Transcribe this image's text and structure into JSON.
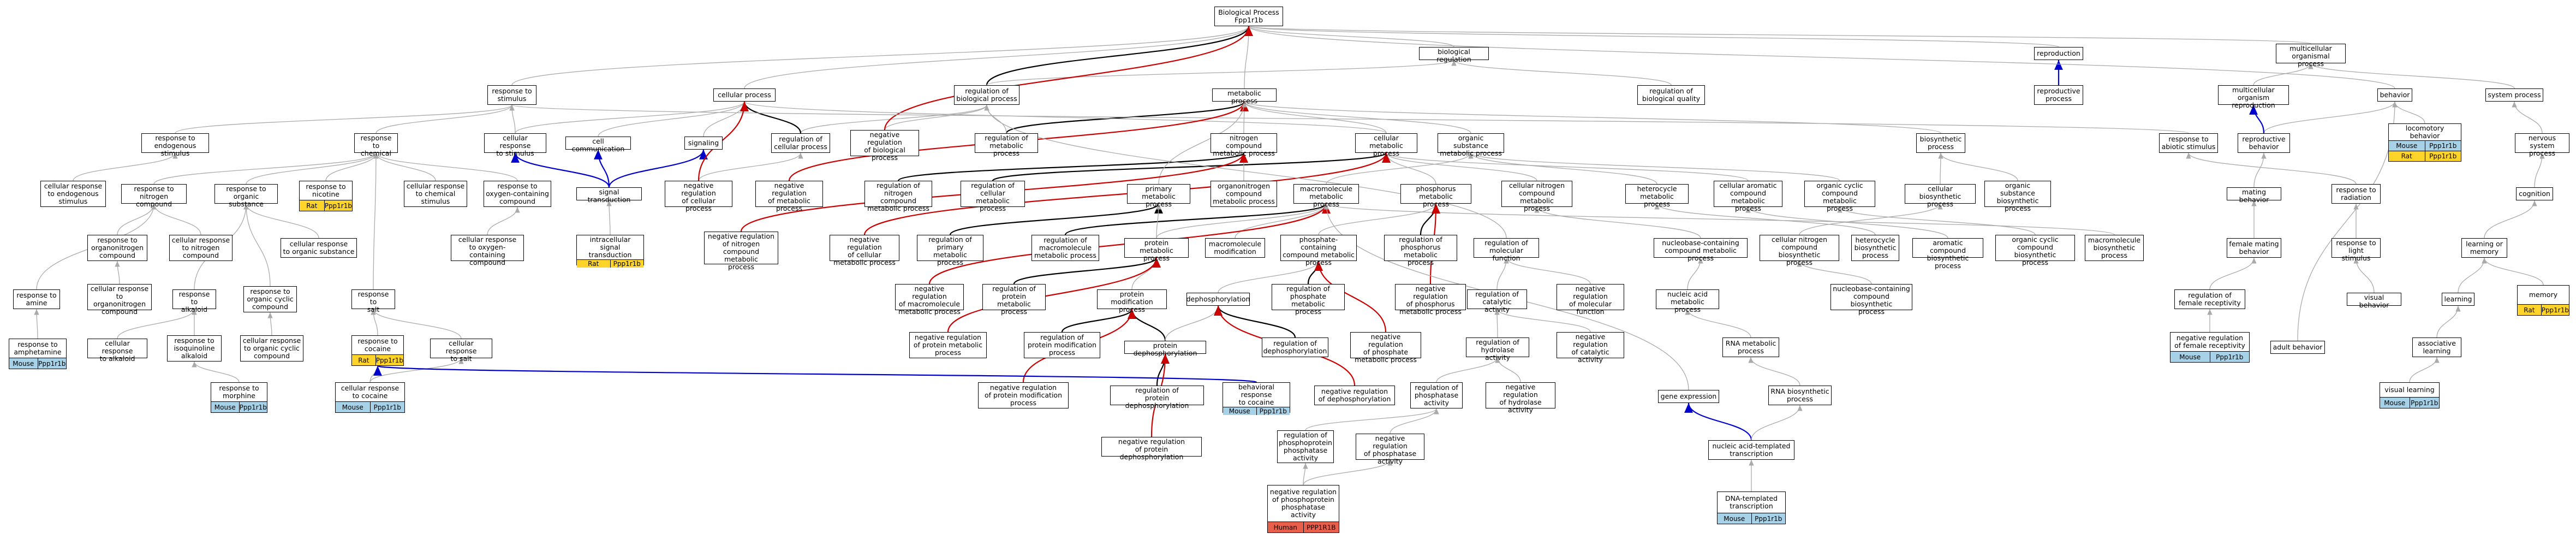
{
  "colors": {
    "edge_is_a": "#aaaaaa",
    "edge_regulates": "#000000",
    "edge_negative": "#cc0000",
    "edge_part_of": "#0000cc",
    "species_mouse": "#a6d1e6",
    "species_rat": "#ffd42a",
    "species_human": "#e8604c"
  },
  "nodes": [
    {
      "id": "bp",
      "label": "Biological Process\nFpp1r1b"
    },
    {
      "id": "biological_regulation",
      "label": "biological regulation"
    },
    {
      "id": "reproduction",
      "label": "reproduction"
    },
    {
      "id": "multicellular_organismal_process",
      "label": "multicellular\norganismal process"
    },
    {
      "id": "response_to_stimulus",
      "label": "response to\nstimulus"
    },
    {
      "id": "cellular_process",
      "label": "cellular process"
    },
    {
      "id": "regulation_of_biological_process",
      "label": "regulation of\nbiological process"
    },
    {
      "id": "metabolic_process",
      "label": "metabolic process"
    },
    {
      "id": "regulation_of_biological_quality",
      "label": "regulation of\nbiological quality"
    },
    {
      "id": "reproductive_process",
      "label": "reproductive\nprocess"
    },
    {
      "id": "multicellular_organism_reproduction",
      "label": "multicellular\norganism reproduction"
    },
    {
      "id": "behavior",
      "label": "behavior"
    },
    {
      "id": "system_process",
      "label": "system process"
    },
    {
      "id": "response_to_endogenous_stimulus",
      "label": "response to\nendogenous stimulus"
    },
    {
      "id": "response_to_chemical",
      "label": "response to\nchemical"
    },
    {
      "id": "cellular_response_to_stimulus",
      "label": "cellular response\nto stimulus"
    },
    {
      "id": "cell_communication",
      "label": "cell communication"
    },
    {
      "id": "signaling",
      "label": "signaling"
    },
    {
      "id": "regulation_of_cellular_process",
      "label": "regulation of\ncellular process"
    },
    {
      "id": "negative_regulation_of_biological_process",
      "label": "negative regulation\nof biological\nprocess"
    },
    {
      "id": "regulation_of_metabolic_process",
      "label": "regulation of\nmetabolic process"
    },
    {
      "id": "nitrogen_compound_metabolic_process",
      "label": "nitrogen compound\nmetabolic process"
    },
    {
      "id": "cellular_metabolic_process",
      "label": "cellular metabolic\nprocess"
    },
    {
      "id": "organic_substance_metabolic_process",
      "label": "organic substance\nmetabolic process"
    },
    {
      "id": "biosynthetic_process",
      "label": "biosynthetic\nprocess"
    },
    {
      "id": "response_to_abiotic_stimulus",
      "label": "response to\nabiotic stimulus"
    },
    {
      "id": "reproductive_behavior",
      "label": "reproductive\nbehavior"
    },
    {
      "id": "locomotory_behavior",
      "label": "locomotory behavior",
      "species": [
        "Mouse",
        "Ppp1r1b"
      ],
      "species2": [
        "Rat",
        "Ppp1r1b"
      ]
    },
    {
      "id": "nervous_system_process",
      "label": "nervous system\nprocess"
    },
    {
      "id": "cellular_response_to_endogenous_stimulus",
      "label": "cellular response\nto endogenous\nstimulus"
    },
    {
      "id": "response_to_nitrogen_compound",
      "label": "response to\nnitrogen compound"
    },
    {
      "id": "response_to_organic_substance",
      "label": "response to\norganic substance"
    },
    {
      "id": "response_to_nicotine",
      "label": "response to\nnicotine",
      "species": [
        "Rat",
        "Ppp1r1b"
      ]
    },
    {
      "id": "cellular_response_to_chemical_stimulus",
      "label": "cellular response\nto chemical\nstimulus"
    },
    {
      "id": "response_to_oxygen_containing_compound",
      "label": "response to\noxygen-containing\ncompound"
    },
    {
      "id": "signal_transduction",
      "label": "signal transduction"
    },
    {
      "id": "negative_regulation_of_cellular_process",
      "label": "negative regulation\nof cellular\nprocess"
    },
    {
      "id": "negative_regulation_of_metabolic_process",
      "label": "negative regulation\nof metabolic\nprocess"
    },
    {
      "id": "regulation_of_nitrogen_compound_metabolic_process",
      "label": "regulation of\nnitrogen compound\nmetabolic process"
    },
    {
      "id": "regulation_of_cellular_metabolic_process",
      "label": "regulation of\ncellular metabolic\nprocess"
    },
    {
      "id": "primary_metabolic_process",
      "label": "primary metabolic\nprocess"
    },
    {
      "id": "organonitrogen_compound_metabolic_process",
      "label": "organonitrogen\ncompound\nmetabolic process"
    },
    {
      "id": "macromolecule_metabolic_process",
      "label": "macromolecule\nmetabolic process"
    },
    {
      "id": "phosphorus_metabolic_process",
      "label": "phosphorus metabolic\nprocess"
    },
    {
      "id": "cellular_nitrogen_compound_metabolic_process",
      "label": "cellular nitrogen\ncompound metabolic\nprocess"
    },
    {
      "id": "heterocycle_metabolic_process",
      "label": "heterocycle\nmetabolic process"
    },
    {
      "id": "cellular_aromatic_compound_metabolic_process",
      "label": "cellular aromatic\ncompound metabolic\nprocess"
    },
    {
      "id": "organic_cyclic_compound_metabolic_process",
      "label": "organic cyclic\ncompound metabolic\nprocess"
    },
    {
      "id": "cellular_biosynthetic_process",
      "label": "cellular biosynthetic\nprocess"
    },
    {
      "id": "organic_substance_biosynthetic_process",
      "label": "organic substance\nbiosynthetic\nprocess"
    },
    {
      "id": "response_to_radiation",
      "label": "response to\nradiation"
    },
    {
      "id": "mating_behavior",
      "label": "mating behavior"
    },
    {
      "id": "cognition",
      "label": "cognition"
    },
    {
      "id": "response_to_amine",
      "label": "response to\namine"
    },
    {
      "id": "response_to_organonitrogen_compound",
      "label": "response to\norganonitrogen\ncompound"
    },
    {
      "id": "cellular_response_to_nitrogen_compound",
      "label": "cellular response\nto nitrogen\ncompound"
    },
    {
      "id": "cellular_response_to_organic_substance",
      "label": "cellular response\nto organic substance"
    },
    {
      "id": "cellular_response_to_oxygen_containing_compound",
      "label": "cellular response\nto oxygen-containing\ncompound"
    },
    {
      "id": "intracellular_signal_transduction",
      "label": "intracellular\nsignal transduction",
      "species": [
        "Rat",
        "Ppp1r1b"
      ]
    },
    {
      "id": "negative_regulation_of_nitrogen_compound_metabolic_process",
      "label": "negative regulation\nof nitrogen\ncompound metabolic\nprocess"
    },
    {
      "id": "negative_regulation_of_cellular_metabolic_process",
      "label": "negative regulation\nof cellular\nmetabolic process"
    },
    {
      "id": "regulation_of_primary_metabolic_process",
      "label": "regulation of\nprimary metabolic\nprocess"
    },
    {
      "id": "regulation_of_macromolecule_metabolic_process",
      "label": "regulation of\nmacromolecule\nmetabolic process"
    },
    {
      "id": "protein_metabolic_process",
      "label": "protein metabolic\nprocess"
    },
    {
      "id": "macromolecule_modification",
      "label": "macromolecule\nmodification"
    },
    {
      "id": "phosphate_containing_compound_metabolic_process",
      "label": "phosphate-containing\ncompound metabolic\nprocess"
    },
    {
      "id": "regulation_of_phosphorus_metabolic_process",
      "label": "regulation of\nphosphorus metabolic\nprocess"
    },
    {
      "id": "nucleobase_containing_compound_metabolic_process",
      "label": "nucleobase-containing\ncompound metabolic process"
    },
    {
      "id": "cellular_nitrogen_compound_biosynthetic_process",
      "label": "cellular nitrogen\ncompound biosynthetic\nprocess"
    },
    {
      "id": "heterocycle_biosynthetic_process",
      "label": "heterocycle\nbiosynthetic\nprocess"
    },
    {
      "id": "aromatic_compound_biosynthetic_process",
      "label": "aromatic compound\nbiosynthetic process"
    },
    {
      "id": "organic_cyclic_compound_biosynthetic_process",
      "label": "organic cyclic\ncompound biosynthetic\nprocess"
    },
    {
      "id": "macromolecule_biosynthetic_process",
      "label": "macromolecule\nbiosynthetic\nprocess"
    },
    {
      "id": "response_to_light_stimulus",
      "label": "response to\nlight stimulus"
    },
    {
      "id": "female_mating_behavior",
      "label": "female mating\nbehavior"
    },
    {
      "id": "learning_or_memory",
      "label": "learning or\nmemory"
    },
    {
      "id": "regulation_of_molecular_function",
      "label": "regulation of\nmolecular function"
    },
    {
      "id": "response_to_alkaloid",
      "label": "response to\nalkaloid"
    },
    {
      "id": "cellular_response_to_organonitrogen_compound",
      "label": "cellular response\nto organonitrogen\ncompound"
    },
    {
      "id": "response_to_organic_cyclic_compound",
      "label": "response to\norganic cyclic\ncompound"
    },
    {
      "id": "response_to_salt",
      "label": "response to\nsalt"
    },
    {
      "id": "negative_regulation_of_macromolecule_metabolic_process",
      "label": "negative regulation\nof macromolecule\nmetabolic process"
    },
    {
      "id": "regulation_of_protein_metabolic_process",
      "label": "regulation of\nprotein metabolic\nprocess"
    },
    {
      "id": "protein_modification_process",
      "label": "protein modification\nprocess"
    },
    {
      "id": "dephosphorylation",
      "label": "dephosphorylation"
    },
    {
      "id": "regulation_of_phosphate_metabolic_process",
      "label": "regulation of\nphosphate metabolic\nprocess"
    },
    {
      "id": "negative_regulation_of_phosphorus_metabolic_process",
      "label": "negative regulation\nof phosphorus\nmetabolic process"
    },
    {
      "id": "regulation_of_catalytic_activity",
      "label": "regulation of\ncatalytic activity"
    },
    {
      "id": "negative_regulation_of_molecular_function",
      "label": "negative regulation\nof molecular\nfunction"
    },
    {
      "id": "nucleic_acid_metabolic_process",
      "label": "nucleic acid\nmetabolic process"
    },
    {
      "id": "nucleobase_containing_compound_biosynthetic_process",
      "label": "nucleobase-containing\ncompound biosynthetic\nprocess"
    },
    {
      "id": "regulation_of_female_receptivity",
      "label": "regulation of\nfemale receptivity"
    },
    {
      "id": "visual_behavior",
      "label": "visual behavior"
    },
    {
      "id": "learning",
      "label": "learning"
    },
    {
      "id": "memory",
      "label": "memory",
      "species": [
        "Rat",
        "Ppp1r1b"
      ]
    },
    {
      "id": "response_to_amphetamine",
      "label": "response to\namphetamine",
      "species": [
        "Mouse",
        "Ppp1r1b"
      ]
    },
    {
      "id": "cellular_response_to_alkaloid",
      "label": "cellular response\nto alkaloid"
    },
    {
      "id": "response_to_isoquinoline_alkaloid",
      "label": "response to\nisoquinoline\nalkaloid"
    },
    {
      "id": "cellular_response_to_organic_cyclic_compound",
      "label": "cellular response\nto organic cyclic\ncompound"
    },
    {
      "id": "response_to_cocaine",
      "label": "response to\ncocaine",
      "species": [
        "Rat",
        "Ppp1r1b"
      ]
    },
    {
      "id": "cellular_response_to_salt",
      "label": "cellular response\nto salt"
    },
    {
      "id": "negative_regulation_of_protein_metabolic_process",
      "label": "negative regulation\nof protein metabolic\nprocess"
    },
    {
      "id": "regulation_of_protein_modification_process",
      "label": "regulation of\nprotein modification\nprocess"
    },
    {
      "id": "protein_dephosphorylation",
      "label": "protein dephosphorylation"
    },
    {
      "id": "regulation_of_dephosphorylation",
      "label": "regulation of\ndephosphorylation"
    },
    {
      "id": "negative_regulation_of_phosphate_metabolic_process",
      "label": "negative regulation\nof phosphate\nmetabolic process"
    },
    {
      "id": "regulation_of_hydrolase_activity",
      "label": "regulation of\nhydrolase activity"
    },
    {
      "id": "negative_regulation_of_catalytic_activity",
      "label": "negative regulation\nof catalytic\nactivity"
    },
    {
      "id": "rna_metabolic_process",
      "label": "RNA metabolic\nprocess"
    },
    {
      "id": "negative_regulation_of_female_receptivity",
      "label": "negative regulation\nof female receptivity",
      "species": [
        "Mouse",
        "Ppp1r1b"
      ]
    },
    {
      "id": "associative_learning",
      "label": "associative\nlearning"
    },
    {
      "id": "adult_behavior",
      "label": "adult behavior"
    },
    {
      "id": "response_to_morphine",
      "label": "response to\nmorphine",
      "species": [
        "Mouse",
        "Ppp1r1b"
      ]
    },
    {
      "id": "cellular_response_to_cocaine",
      "label": "cellular response\nto cocaine",
      "species": [
        "Mouse",
        "Ppp1r1b"
      ]
    },
    {
      "id": "negative_regulation_of_protein_modification_process",
      "label": "negative regulation\nof protein modification\nprocess"
    },
    {
      "id": "regulation_of_protein_dephosphorylation",
      "label": "regulation of\nprotein dephosphorylation"
    },
    {
      "id": "behavioral_response_to_cocaine",
      "label": "behavioral response\nto cocaine",
      "species": [
        "Mouse",
        "Ppp1r1b"
      ]
    },
    {
      "id": "negative_regulation_of_dephosphorylation",
      "label": "negative regulation\nof dephosphorylation"
    },
    {
      "id": "regulation_of_phosphatase_activity",
      "label": "regulation of\nphosphatase\nactivity"
    },
    {
      "id": "negative_regulation_of_hydrolase_activity",
      "label": "negative regulation\nof hydrolase\nactivity"
    },
    {
      "id": "gene_expression",
      "label": "gene expression"
    },
    {
      "id": "rna_biosynthetic_process",
      "label": "RNA biosynthetic\nprocess"
    },
    {
      "id": "visual_learning",
      "label": "visual learning",
      "species": [
        "Mouse",
        "Ppp1r1b"
      ]
    },
    {
      "id": "negative_regulation_of_protein_dephosphorylation",
      "label": "negative regulation\nof protein dephosphorylation"
    },
    {
      "id": "regulation_of_phosphoprotein_phosphatase_activity",
      "label": "regulation of\nphosphoprotein\nphosphatase\nactivity"
    },
    {
      "id": "negative_regulation_of_phosphatase_activity",
      "label": "negative regulation\nof phosphatase\nactivity"
    },
    {
      "id": "nucleic_acid_templated_transcription",
      "label": "nucleic acid-templated\ntranscription"
    },
    {
      "id": "negative_regulation_of_phosphoprotein_phosphatase_activity",
      "label": "negative regulation\nof phosphoprotein\nphosphatase\nactivity",
      "species": [
        "Human",
        "PPP1R1B"
      ]
    },
    {
      "id": "dna_templated_transcription",
      "label": "DNA-templated\ntranscription",
      "species": [
        "Mouse",
        "Ppp1r1b"
      ]
    }
  ]
}
